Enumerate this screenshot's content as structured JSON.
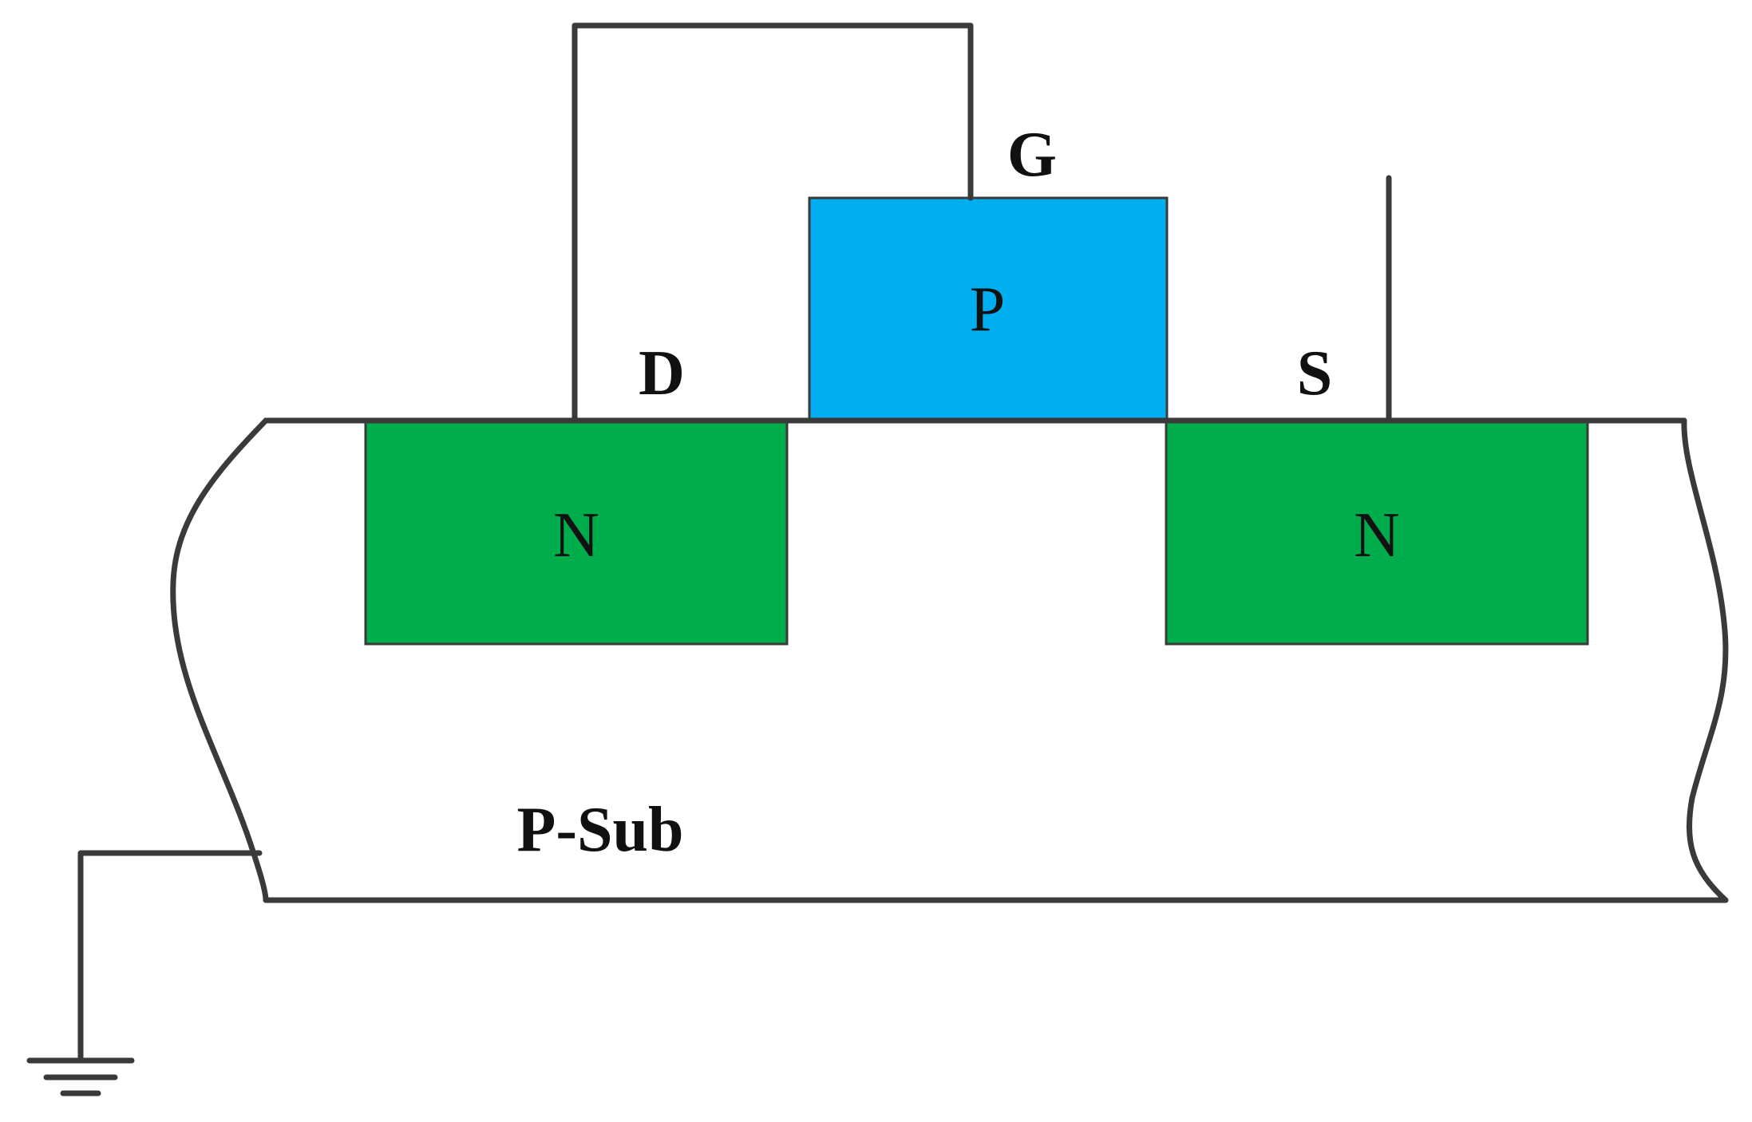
{
  "labels": {
    "gate": "G",
    "drain": "D",
    "source": "S",
    "gate_region": "P",
    "drain_region": "N",
    "source_region": "N",
    "substrate": "P-Sub"
  },
  "colors": {
    "n_region": "#00ad4c",
    "p_region": "#00aeef",
    "wire": "#3a3a3a",
    "text": "#111111"
  }
}
